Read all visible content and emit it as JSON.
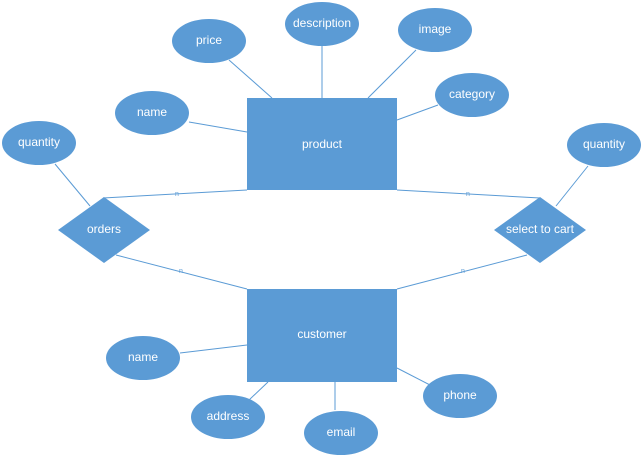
{
  "entities": {
    "product": "product",
    "customer": "customer"
  },
  "relationships": {
    "orders": "orders",
    "select_to_cart": "select to cart"
  },
  "attributes": {
    "product": {
      "price": "price",
      "description": "description",
      "image": "image",
      "name": "name",
      "category": "category"
    },
    "orders_quantity": "quantity",
    "cart_quantity": "quantity",
    "customer": {
      "name": "name",
      "address": "address",
      "email": "email",
      "phone": "phone"
    }
  },
  "cardinalities": {
    "product_orders": "n",
    "product_cart": "n",
    "customer_orders": "n",
    "customer_cart": "n"
  },
  "colors": {
    "shape_fill": "#5b9bd5",
    "text": "#ffffff",
    "line": "#5b9bd5"
  }
}
